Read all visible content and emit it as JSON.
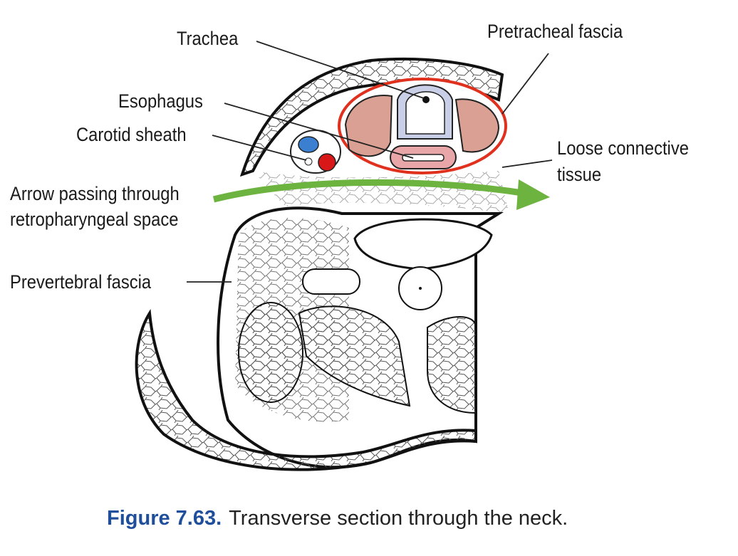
{
  "labels": {
    "trachea": "Trachea",
    "pretracheal_fascia": "Pretracheal fascia",
    "esophagus": "Esophagus",
    "carotid_sheath": "Carotid sheath",
    "loose_connective_line1": "Loose connective",
    "loose_connective_line2": "tissue",
    "arrow_line1": "Arrow passing through",
    "arrow_line2": "retropharyngeal space",
    "prevertebral_fascia": "Prevertebral fascia"
  },
  "caption": {
    "figure_number": "Figure 7.63.",
    "text": "Transverse section through the neck."
  },
  "colors": {
    "fascia_red": "#e0301e",
    "arrow_green": "#6db33f",
    "thyroid_pink": "#d9a093",
    "vein_blue": "#3a7fd0",
    "artery_red": "#d81818",
    "caption_blue": "#1f4e9a"
  }
}
